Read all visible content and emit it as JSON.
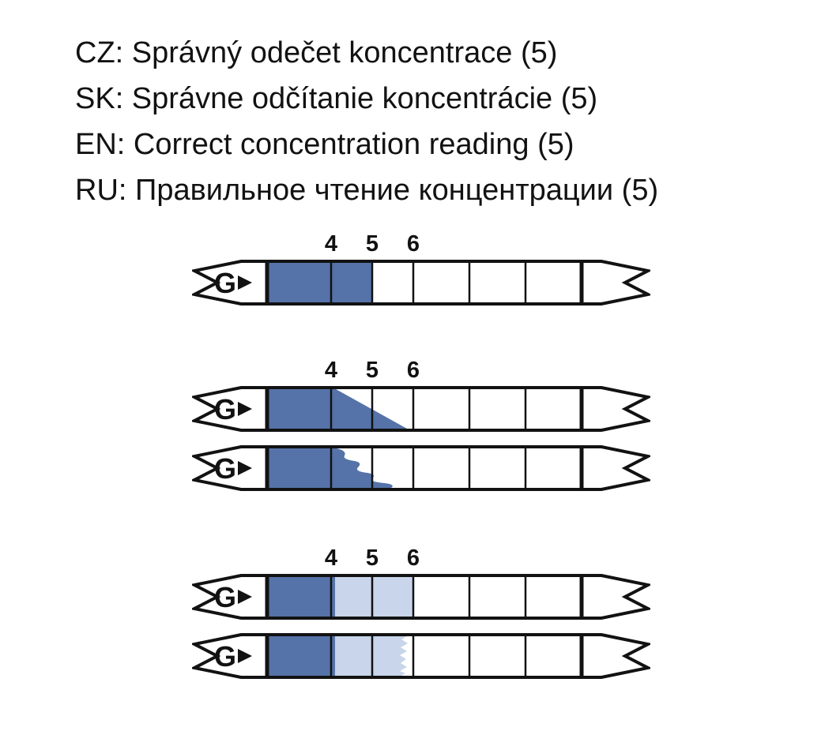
{
  "header": {
    "lines": [
      "CZ: Správný odečet koncentrace (5)",
      "SK: Správne odčítanie koncentrácie (5)",
      "EN: Correct concentration reading (5)",
      "RU: Правильное чтение концентрации (5)"
    ]
  },
  "strip": {
    "icon_letter": "G",
    "scale_labels": [
      "4",
      "5",
      "6"
    ],
    "reading_value": "5"
  },
  "colors": {
    "fill_dark": "#5573a8",
    "fill_light": "#c8d5ea",
    "outline": "#121212"
  }
}
